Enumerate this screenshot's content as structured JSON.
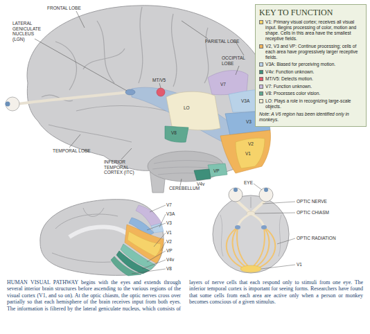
{
  "diagram": {
    "caption": "HUMAN VISUAL PATHWAY begins with the eyes and extends through several interior brain structures before ascending to the various regions of the visual cortex (V1, and so on). At the optic chiasm, the optic nerves cross over partially so that each hemisphere of the brain receives input from both eyes. The information is filtered by the lateral geniculate nucleus, which consists of layers of nerve cells that each respond only to stimuli from one eye. The inferior temporal cortex is important for seeing forms. Researchers have found that some cells from each area are active only when a person or monkey becomes conscious of a given stimulus.",
    "nodes": [
      {
        "text": [
          "KEY TO FUNCTION",
          "Note: A V6 region has been identified only in monkeys."
        ]
      }
    ],
    "labels": [
      "FRONTAL LOBE",
      "LATERAL GENICULATE NUCLEUS (LGN)",
      "PARIETAL LOBE",
      "OCCIPITAL LOBE",
      "MT/V5",
      "V7",
      "V3A",
      "LO",
      "V3",
      "V2",
      "V8",
      "V1",
      "VP",
      "V4v",
      "TEMPORAL LOBE",
      "INFERIOR TEMPORAL CORTEX (ITC)",
      "CEREBELLUM",
      "V7",
      "V3A",
      "V3",
      "V1",
      "V2",
      "VP",
      "V4v",
      "V8",
      "EYE",
      "OPTIC NERVE",
      "OPTIC CHIASM",
      "OPTIC RADIATION",
      "V1"
    ],
    "legend": [
      {
        "text": "V1: Primary visual cortex; receives all visual input. Begins processing of color, motion and shape. Cells in this area have the smallest receptive fields.",
        "color": "#f6d36a"
      },
      {
        "text": "V2, V3 and VP: Continue processing; cells of each area have progressively larger receptive fields.",
        "color": "#f1b45a"
      },
      {
        "text": "V3A: Biased for perceiving motion.",
        "color": "#b9d2e8"
      },
      {
        "text": "V4v: Function unknown.",
        "color": "#3e8f7a"
      },
      {
        "text": "MT/V5: Detects motion.",
        "color": "#e25b6e"
      },
      {
        "text": "V7: Function unknown.",
        "color": "#c9b9dd"
      },
      {
        "text": "V8: Processes color vision.",
        "color": "#5fa890"
      },
      {
        "text": "LO: Plays a role in recognizing large-scale objects.",
        "color": "#f2ebcf"
      }
    ]
  }
}
